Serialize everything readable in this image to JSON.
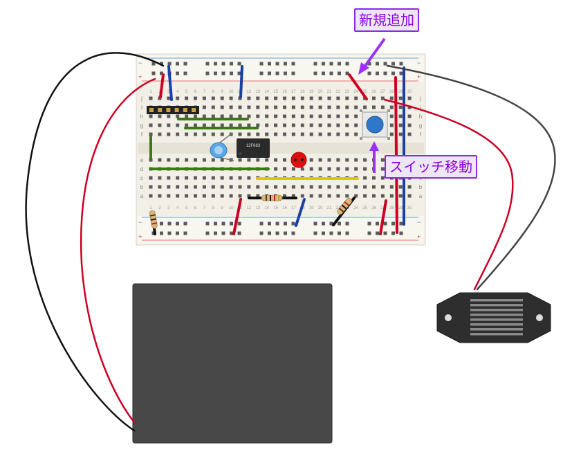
{
  "callouts": {
    "new_addition": "新規追加",
    "switch_moved": "スイッチ移動"
  },
  "ic": {
    "label": "12F683"
  },
  "breadboard": {
    "row_letters_top": [
      "j",
      "i",
      "h",
      "g",
      "f"
    ],
    "row_letters_bottom": [
      "e",
      "d",
      "c",
      "b",
      "a"
    ],
    "plus": "+",
    "minus": "−"
  },
  "colors": {
    "callout_border": "#8a2be2",
    "callout_text": "#8a00e6",
    "red_wire": "#cc0022",
    "black_wire": "#111111",
    "gray_wire": "#444444",
    "blue_wire": "#1a3fa8",
    "green_wire": "#3a7a12",
    "yellow_wire": "#e0c800",
    "battery_box": "#484848",
    "buzzer": "#2e2e2e"
  }
}
